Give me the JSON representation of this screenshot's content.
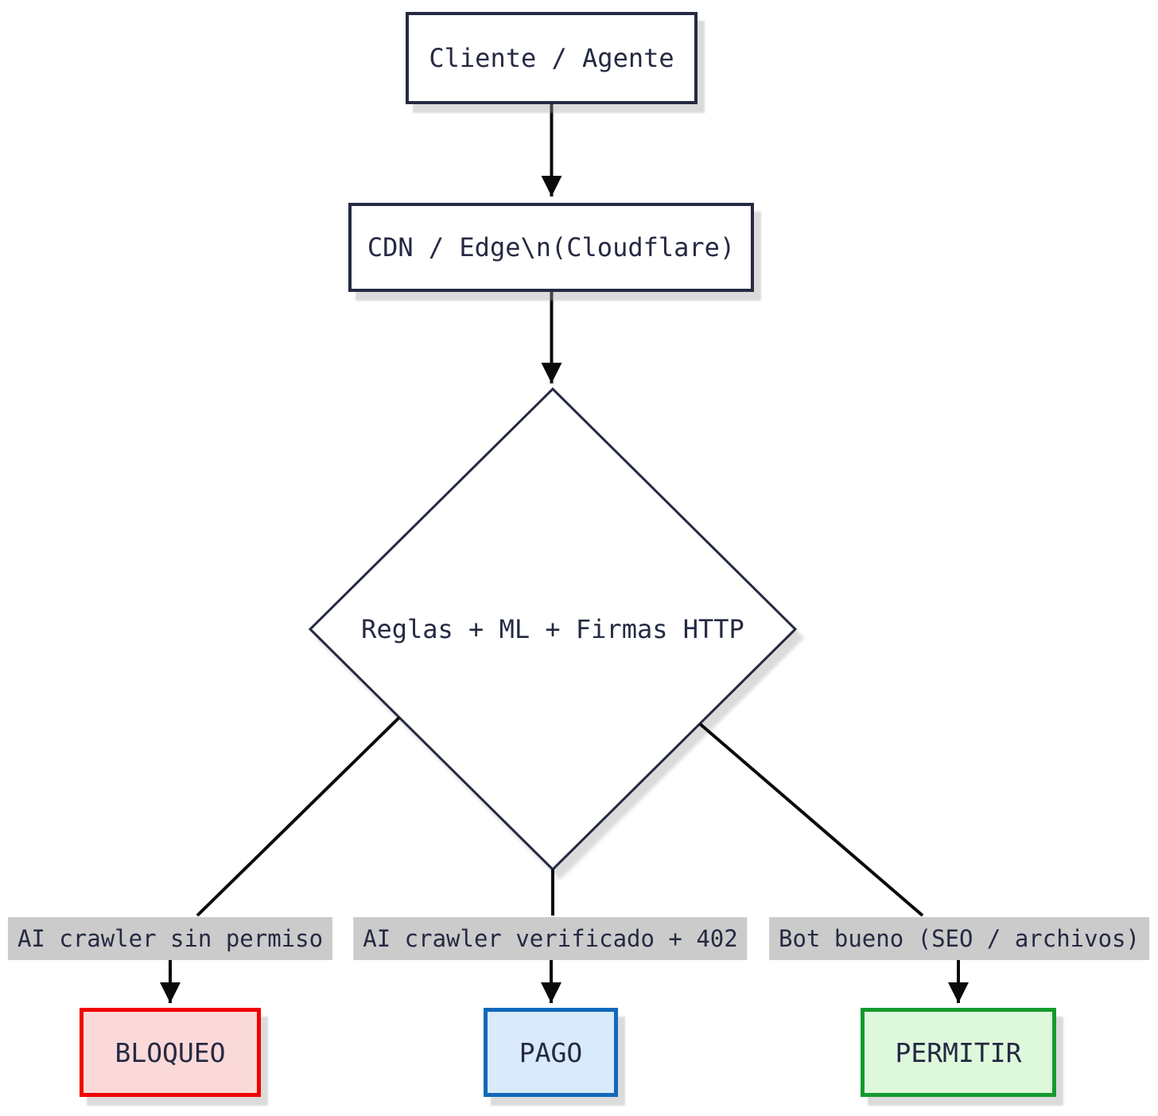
{
  "diagram": {
    "type": "flowchart",
    "direction": "top-down",
    "nodes": {
      "client": {
        "label": "Cliente / Agente",
        "shape": "rect"
      },
      "cdn": {
        "label": "CDN / Edge\\n(Cloudflare)",
        "shape": "rect"
      },
      "decision": {
        "label": "Reglas + ML + Firmas HTTP",
        "shape": "diamond"
      },
      "block": {
        "label": "BLOQUEO",
        "shape": "rect",
        "status": "blocked"
      },
      "pay": {
        "label": "PAGO",
        "shape": "rect",
        "status": "paid"
      },
      "allow": {
        "label": "PERMITIR",
        "shape": "rect",
        "status": "allowed"
      }
    },
    "edges": [
      {
        "from": "client",
        "to": "cdn",
        "label": ""
      },
      {
        "from": "cdn",
        "to": "decision",
        "label": ""
      },
      {
        "from": "decision",
        "to": "block",
        "label": "AI crawler sin permiso"
      },
      {
        "from": "decision",
        "to": "pay",
        "label": "AI crawler verificado + 402"
      },
      {
        "from": "decision",
        "to": "allow",
        "label": "Bot bueno (SEO / archivos)"
      }
    ],
    "edge_labels": {
      "no_permission": "AI crawler sin permiso",
      "verified_402": "AI crawler verificado + 402",
      "good_bot": "Bot bueno (SEO / archivos)"
    },
    "colors": {
      "node_border": "#252a42",
      "text": "#252a42",
      "edge_line": "#0a0a0a",
      "label_bg": "#cbcbcb",
      "block_border": "#f10000",
      "block_fill": "#fcd9d9",
      "pay_border": "#1268ba",
      "pay_fill": "#d9eafa",
      "allow_border": "#149b2e",
      "allow_fill": "#def8dc"
    }
  }
}
